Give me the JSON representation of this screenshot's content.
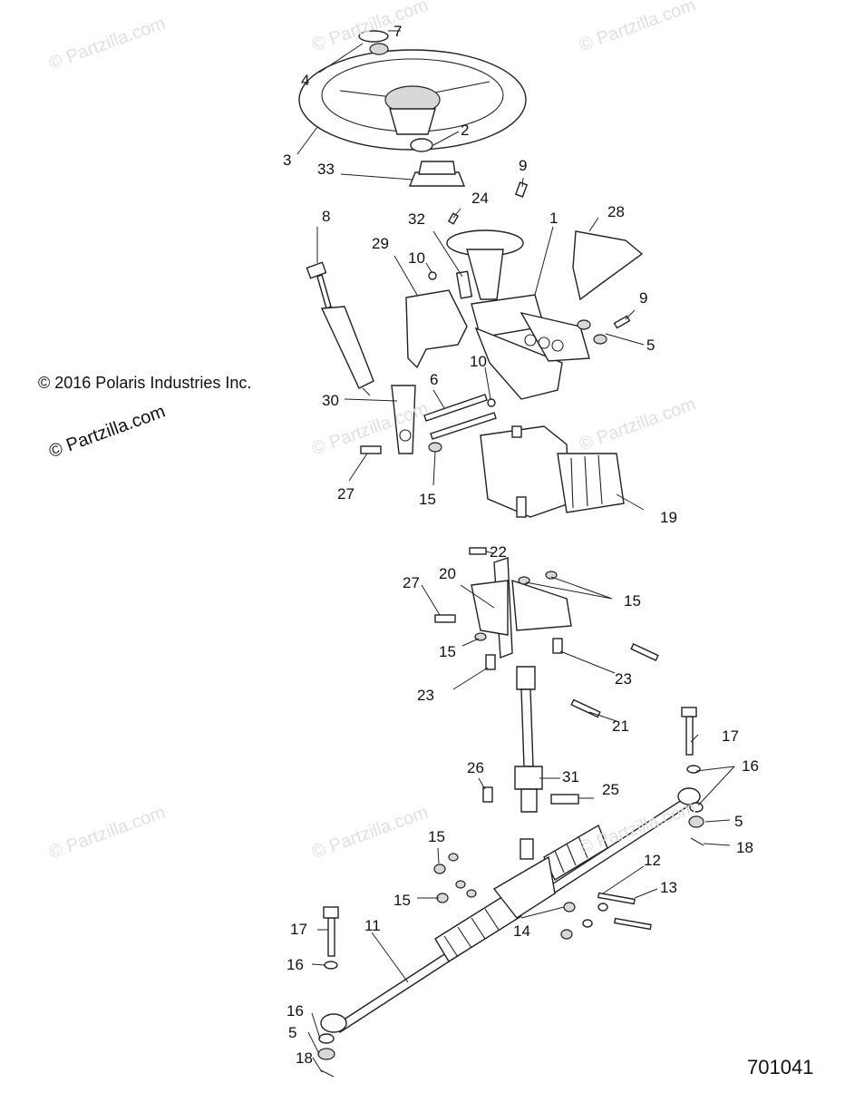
{
  "watermark": "© Partzilla.com",
  "copyright": "© 2016 Polaris Industries Inc.",
  "diagram_id": "701041",
  "callouts": [
    "7",
    "4",
    "2",
    "3",
    "33",
    "9",
    "24",
    "32",
    "1",
    "28",
    "8",
    "29",
    "10",
    "9",
    "5",
    "10",
    "6",
    "30",
    "27",
    "15",
    "19",
    "22",
    "20",
    "27",
    "15",
    "15",
    "23",
    "23",
    "21",
    "17",
    "16",
    "26",
    "31",
    "25",
    "5",
    "18",
    "15",
    "12",
    "13",
    "15",
    "17",
    "11",
    "14",
    "16",
    "16",
    "5",
    "18"
  ]
}
